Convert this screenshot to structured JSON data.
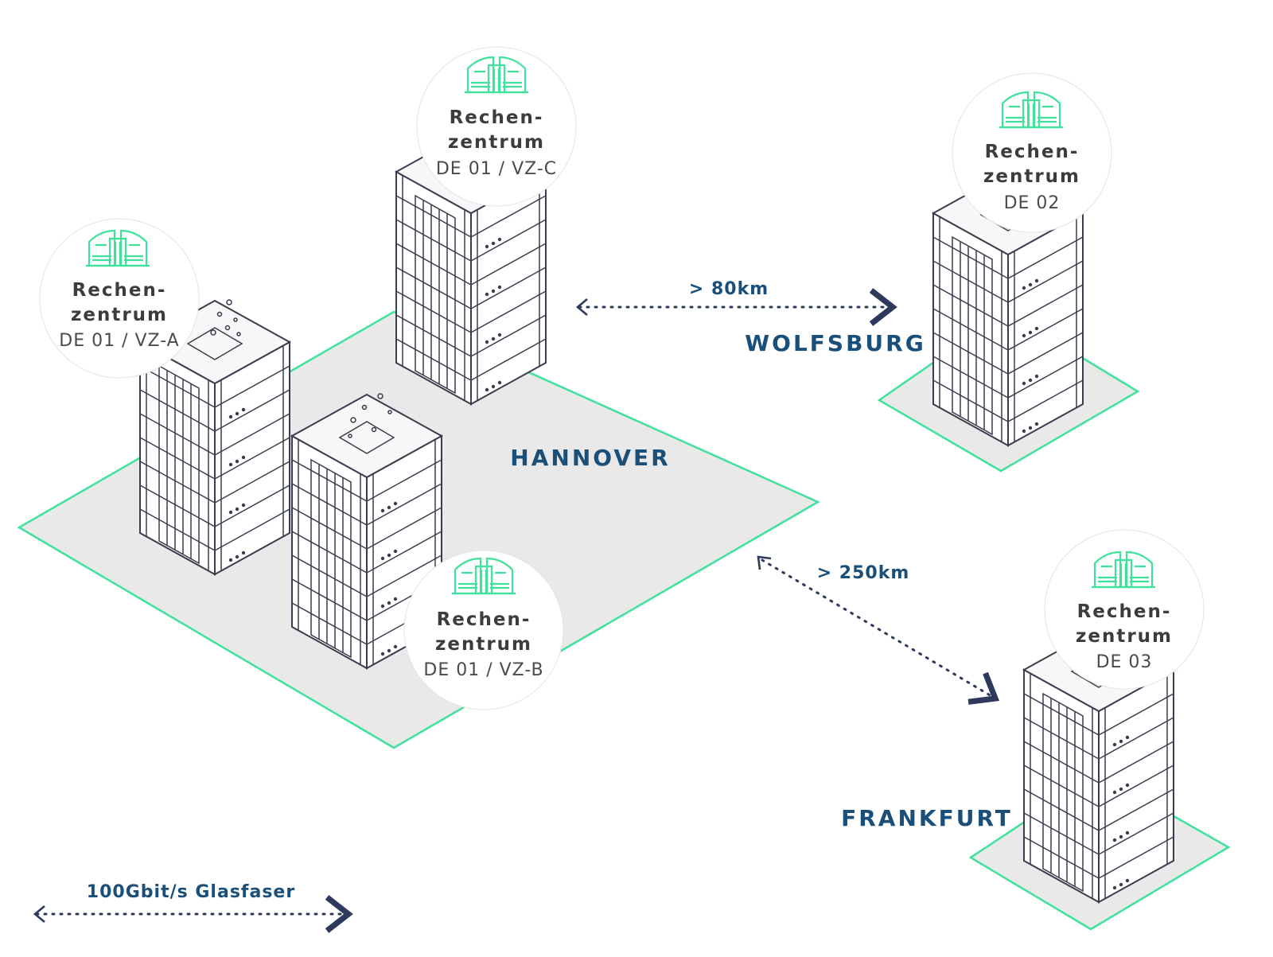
{
  "colors": {
    "accent_green": "#3ee29a",
    "ground_fill": "#e9e9e9",
    "city_label": "#1a4f7a",
    "rack_line": "#3a3d4d"
  },
  "cities": {
    "hannover": "HANNOVER",
    "wolfsburg": "WOLFSBURG",
    "frankfurt": "FRANKFURT"
  },
  "distances": {
    "to_wolfsburg": "> 80km",
    "to_frankfurt": "> 250km"
  },
  "legend": {
    "label": "100Gbit/s Glasfaser"
  },
  "datacenters": [
    {
      "id": "vz-a",
      "icon": "datacenter-building-icon",
      "title_line1": "Rechen-",
      "title_line2": "zentrum",
      "subtitle": "DE 01 / VZ-A"
    },
    {
      "id": "vz-b",
      "icon": "datacenter-building-icon",
      "title_line1": "Rechen-",
      "title_line2": "zentrum",
      "subtitle": "DE 01 / VZ-B"
    },
    {
      "id": "vz-c",
      "icon": "datacenter-building-icon",
      "title_line1": "Rechen-",
      "title_line2": "zentrum",
      "subtitle": "DE 01 / VZ-C"
    },
    {
      "id": "de02",
      "icon": "datacenter-building-icon",
      "title_line1": "Rechen-",
      "title_line2": "zentrum",
      "subtitle": "DE 02"
    },
    {
      "id": "de03",
      "icon": "datacenter-building-icon",
      "title_line1": "Rechen-",
      "title_line2": "zentrum",
      "subtitle": "DE 03"
    }
  ]
}
